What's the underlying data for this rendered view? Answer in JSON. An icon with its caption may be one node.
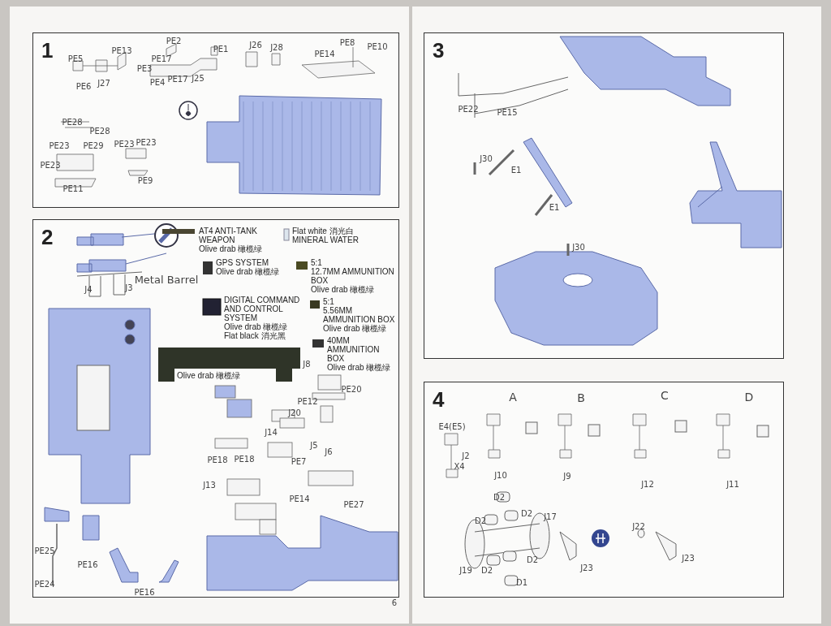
{
  "diagram": {
    "nodes": [
      {
        "text": [
          "1"
        ]
      },
      {
        "text": [
          "2"
        ]
      },
      {
        "text": [
          "3"
        ]
      },
      {
        "text": [
          "4"
        ]
      }
    ],
    "edges": [],
    "labels": [
      "PE2",
      "PE1",
      "J26",
      "J28",
      "PE8",
      "PE10",
      "PE13",
      "PE5",
      "PE17",
      "PE14",
      "PE3",
      "PE6",
      "J27",
      "PE4",
      "PE17",
      "J25",
      "PE28",
      "PE28",
      "PE23",
      "PE29",
      "PE23",
      "PE23",
      "PE23",
      "PE11",
      "PE9",
      "Metal Barrel",
      "J4",
      "J3",
      "AT4 ANTI-TANK WEAPON",
      "Olive drab 橄榄绿",
      "Flat white 消光白",
      "MINERAL WATER",
      "GPS SYSTEM",
      "Olive drab 橄榄绿",
      "5:1",
      "12.7MM AMMUNITION BOX",
      "Olive drab 橄榄绿",
      "DIGITAL COMMAND AND CONTROL SYSTEM",
      "Olive drab 橄榄绿",
      "Flat black 消光黑",
      "5:1",
      "5.56MM AMMUNITION BOX",
      "Olive drab 橄榄绿",
      "40MM AMMUNITION BOX",
      "Olive drab 橄榄绿",
      "Olive drab 橄榄绿",
      "J8",
      "PE20",
      "PE12",
      "J20",
      "J14",
      "J5",
      "J6",
      "PE18",
      "PE18",
      "PE7",
      "J13",
      "PE14",
      "PE27",
      "PE25",
      "PE16",
      "PE24",
      "PE16",
      "6",
      "PE22",
      "PE15",
      "J30",
      "E1",
      "E1",
      "J30",
      "A",
      "B",
      "C",
      "D",
      "E4(E5)",
      "J2",
      "X4",
      "J10",
      "J9",
      "J12",
      "J11",
      "D2",
      "D2",
      "D2",
      "J17",
      "J22",
      "D2",
      "J23",
      "J19",
      "D2",
      "J23",
      "D1"
    ]
  }
}
